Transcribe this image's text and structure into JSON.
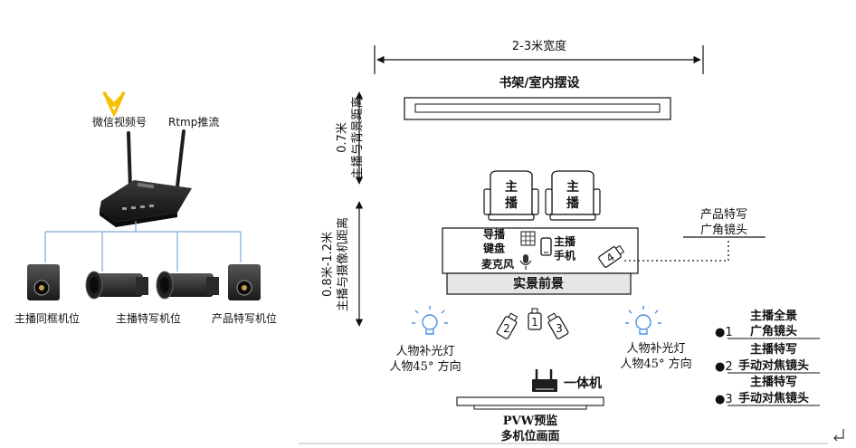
{
  "left_panel": {
    "wechat_label": "微信视频号",
    "rtmp_label": "Rtmp推流",
    "cam_labels": [
      "主播同框机位",
      "主播特写机位",
      "产品特写机位"
    ]
  },
  "layout": {
    "width_label": "2-3米宽度",
    "shelf_label": "书架/室内摆设",
    "dist1_label": "0.7米\n主播与背景距离",
    "dist2_label": "0.8米-1.2米\n主播与摄像机距离",
    "chair_label": "主\n播",
    "desk_items": {
      "director": "导播\n键盘",
      "mic": "麦克风",
      "phone": "主播\n手机"
    },
    "foreground_label": "实景前景",
    "product_cam_label": "产品特写\n广角镜头",
    "cam4_num": "4",
    "cam_nums": [
      "1",
      "2",
      "3"
    ],
    "light_left_label": "人物补光灯\n人物45° 方向",
    "light_right_label": "人物补光灯\n人物45° 方向",
    "device_label": "一体机",
    "pvw_label": "PVW预监\n多机位画面"
  },
  "legend": [
    {
      "bullet": "●1",
      "line1": "主播全景",
      "line2": "广角镜头"
    },
    {
      "bullet": "●2",
      "line1": "主播特写",
      "line2": "手动对焦镜头"
    },
    {
      "bullet": "●3",
      "line1": "主播特写",
      "line2": "手动对焦镜头"
    }
  ],
  "colors": {
    "tree_line": "#7ea6d8",
    "wechat_logo": "#f5c000",
    "light_icon": "#4a90e2",
    "dark_device": "#1e1e1e"
  }
}
